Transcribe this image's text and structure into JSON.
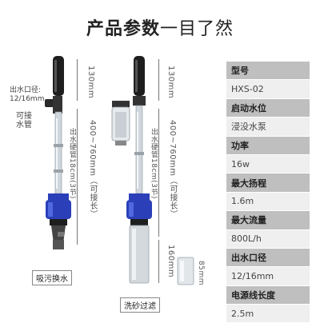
{
  "title": {
    "bold": "产品参数",
    "thin": "一目了然"
  },
  "left": {
    "dim_top": "130mm",
    "dim_mid": "400~760mm（可接长）",
    "hose_note": "出水硬管18cm(3节)",
    "outlet_label_1": "出水口径:",
    "outlet_label_2": "12/16mm",
    "connect_label_1": "可接",
    "connect_label_2": "水管",
    "caption": "吸污换水"
  },
  "right": {
    "dim_top": "130mm",
    "dim_mid": "400~760mm（可接长）",
    "hose_note": "出水硬管18cm(3节)",
    "dim_bottom": "160mm",
    "dim_small": "85mm",
    "caption": "洗砂过滤"
  },
  "specs": [
    {
      "label": "型号",
      "value": "HXS-02"
    },
    {
      "label": "启动水位",
      "value": "浸没水泵"
    },
    {
      "label": "功率",
      "value": "16w"
    },
    {
      "label": "最大扬程",
      "value": "1.6m"
    },
    {
      "label": "最大流量",
      "value": "800L/h"
    },
    {
      "label": "出水口径",
      "value": "12/16mm"
    },
    {
      "label": "电源线长度",
      "value": "2.5m"
    }
  ],
  "colors": {
    "pump_blue": "#2a3fb8",
    "handle_black": "#1e1e1e",
    "header_gray": "#bfbfbf",
    "value_gray": "#efefef"
  }
}
